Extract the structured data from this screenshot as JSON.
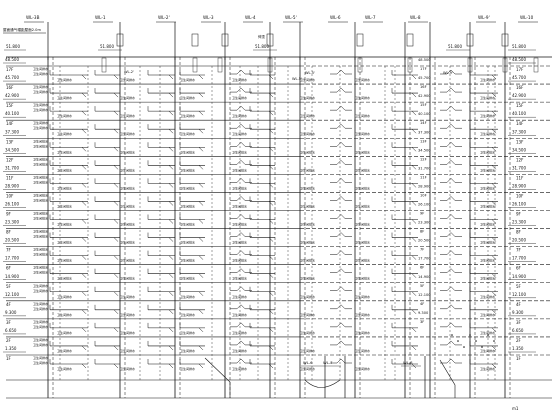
{
  "diagram": {
    "top_labels": [
      {
        "text": "WL-3B"
      },
      {
        "text": "WL-1"
      },
      {
        "text": "WL-2'"
      },
      {
        "text": "WL-3"
      },
      {
        "text": "WL-4"
      },
      {
        "text": "WL-5'"
      },
      {
        "text": "WL-6"
      },
      {
        "text": "WL-7"
      },
      {
        "text": "WL-8"
      },
      {
        "text": "WL-9'"
      },
      {
        "text": "WL-10"
      }
    ],
    "roof_note": "屋面通气帽距屋面2.0m",
    "roof_levels": [
      "51.800",
      "51.800",
      "51.800",
      "51.800"
    ],
    "roof_level_right": "51.800",
    "small_note": "伸顶",
    "floors": [
      {
        "elev": "48.500",
        "name": "17F"
      },
      {
        "elev": "45.700",
        "name": "16F"
      },
      {
        "elev": "42.900",
        "name": "15F"
      },
      {
        "elev": "40.100",
        "name": "14F"
      },
      {
        "elev": "37.300",
        "name": "13F"
      },
      {
        "elev": "34.500",
        "name": "12F"
      },
      {
        "elev": "31.700",
        "name": "11F"
      },
      {
        "elev": "28.900",
        "name": "10F"
      },
      {
        "elev": "26.100",
        "name": "9F"
      },
      {
        "elev": "23.300",
        "name": "8F"
      },
      {
        "elev": "20.500",
        "name": "7F"
      },
      {
        "elev": "17.700",
        "name": "6F"
      },
      {
        "elev": "14.900",
        "name": "5F"
      },
      {
        "elev": "12.100",
        "name": "4F"
      },
      {
        "elev": "9.300",
        "name": "3F"
      },
      {
        "elev": "6.650",
        "name": "2F"
      },
      {
        "elev": "1.350",
        "name": "1F"
      }
    ],
    "fixture_label": "卫生间排水",
    "left_tag": "卫生间排水",
    "bottom_labels": [
      {
        "text": "WL-6"
      },
      {
        "text": "WL-7"
      },
      {
        "text": "WL-8"
      }
    ],
    "bottom_mark": "m1"
  }
}
